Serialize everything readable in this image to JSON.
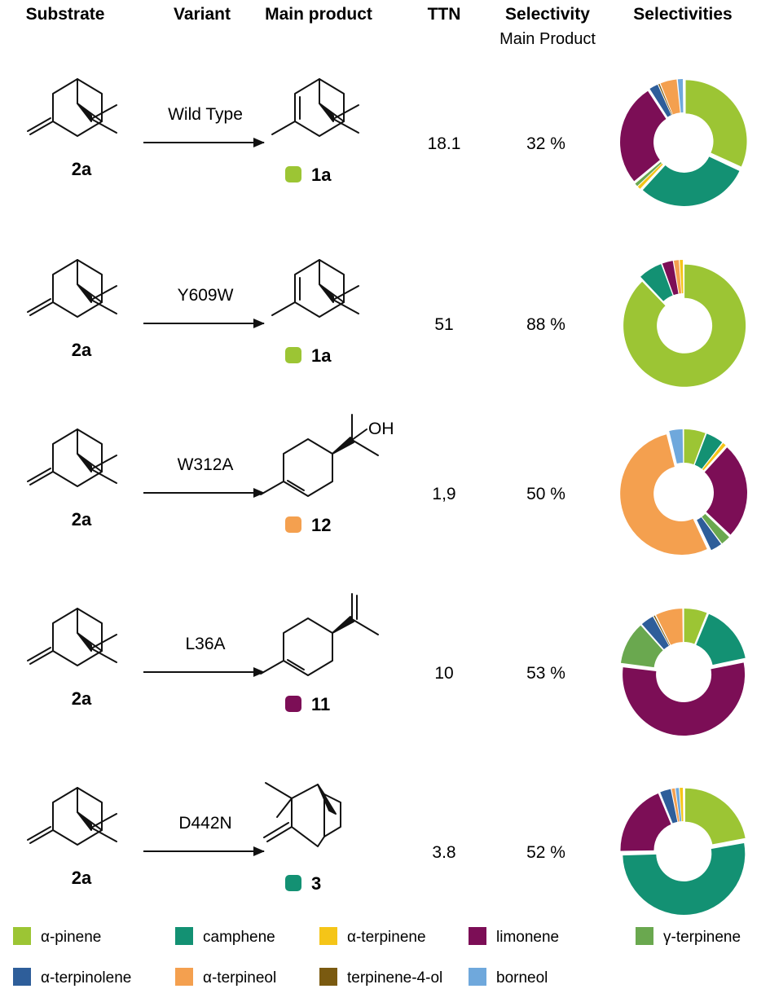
{
  "headers": {
    "substrate": "Substrate",
    "variant": "Variant",
    "main_product": "Main product",
    "ttn": "TTN",
    "selectivity": "Selectivity",
    "selectivity_sub": "Main Product",
    "selectivities": "Selectivities"
  },
  "colors": {
    "a-pinene": "#9cc534",
    "camphene": "#139173",
    "a-terpinene": "#f5c518",
    "limonene": "#7c0e56",
    "g-terpinene": "#6aa84f",
    "a-terpinolene": "#2e5e9a",
    "a-terpineol": "#f4a04f",
    "terpinene-4-ol": "#7a5a10",
    "borneol": "#6fa8dc"
  },
  "legend": [
    {
      "key": "a-pinene",
      "label": "α-pinene"
    },
    {
      "key": "camphene",
      "label": "camphene"
    },
    {
      "key": "a-terpinene",
      "label": "α-terpinene"
    },
    {
      "key": "limonene",
      "label": "limonene"
    },
    {
      "key": "g-terpinene",
      "label": "γ-terpinene"
    },
    {
      "key": "a-terpinolene",
      "label": "α-terpinolene"
    },
    {
      "key": "a-terpineol",
      "label": "α-terpineol"
    },
    {
      "key": "terpinene-4-ol",
      "label": "terpinene-4-ol"
    },
    {
      "key": "borneol",
      "label": "borneol"
    }
  ],
  "rows": [
    {
      "substrate_label": "2a",
      "variant": "Wild Type",
      "product_label": "1a",
      "product_key": "a-pinene",
      "product_type": "pinene",
      "ttn": "18.1",
      "selectivity": "32 %"
    },
    {
      "substrate_label": "2a",
      "variant": "Y609W",
      "product_label": "1a",
      "product_key": "a-pinene",
      "product_type": "pinene",
      "ttn": "51",
      "selectivity": "88 %"
    },
    {
      "substrate_label": "2a",
      "variant": "W312A",
      "product_label": "12",
      "product_key": "a-terpineol",
      "product_type": "terpineol",
      "oh_label": "OH",
      "ttn": "1,9",
      "selectivity": "50 %"
    },
    {
      "substrate_label": "2a",
      "variant": "L36A",
      "product_label": "11",
      "product_key": "limonene",
      "product_type": "limonene",
      "ttn": "10",
      "selectivity": "53 %"
    },
    {
      "substrate_label": "2a",
      "variant": "D442N",
      "product_label": "3",
      "product_key": "camphene",
      "product_type": "camphene",
      "ttn": "3.8",
      "selectivity": "52 %"
    }
  ],
  "chart_data": [
    {
      "type": "pie",
      "variant": "Wild Type",
      "slices": [
        {
          "key": "a-pinene",
          "value": 32
        },
        {
          "key": "camphene",
          "value": 30
        },
        {
          "key": "a-terpinene",
          "value": 1
        },
        {
          "key": "g-terpinene",
          "value": 1
        },
        {
          "key": "limonene",
          "value": 27
        },
        {
          "key": "a-terpinolene",
          "value": 2.5
        },
        {
          "key": "terpinene-4-ol",
          "value": 0.5
        },
        {
          "key": "a-terpineol",
          "value": 4.5
        },
        {
          "key": "borneol",
          "value": 1.5
        }
      ]
    },
    {
      "type": "pie",
      "variant": "Y609W",
      "slices": [
        {
          "key": "a-pinene",
          "value": 88
        },
        {
          "key": "camphene",
          "value": 6.5
        },
        {
          "key": "limonene",
          "value": 3
        },
        {
          "key": "a-terpineol",
          "value": 1.5
        },
        {
          "key": "a-terpinene",
          "value": 1
        }
      ]
    },
    {
      "type": "pie",
      "variant": "W312A",
      "slices": [
        {
          "key": "a-pinene",
          "value": 5.5
        },
        {
          "key": "camphene",
          "value": 4.5
        },
        {
          "key": "a-terpinene",
          "value": 1
        },
        {
          "key": "limonene",
          "value": 24
        },
        {
          "key": "g-terpinene",
          "value": 2.5
        },
        {
          "key": "a-terpinolene",
          "value": 3
        },
        {
          "key": "a-terpineol",
          "value": 50
        },
        {
          "key": "borneol",
          "value": 3.5
        }
      ]
    },
    {
      "type": "pie",
      "variant": "L36A",
      "slices": [
        {
          "key": "a-pinene",
          "value": 6
        },
        {
          "key": "camphene",
          "value": 15
        },
        {
          "key": "limonene",
          "value": 53
        },
        {
          "key": "g-terpinene",
          "value": 11
        },
        {
          "key": "a-terpinolene",
          "value": 3.5
        },
        {
          "key": "terpinene-4-ol",
          "value": 0.5
        },
        {
          "key": "a-terpineol",
          "value": 7
        }
      ]
    },
    {
      "type": "pie",
      "variant": "D442N",
      "slices": [
        {
          "key": "a-pinene",
          "value": 22
        },
        {
          "key": "camphene",
          "value": 52
        },
        {
          "key": "limonene",
          "value": 19
        },
        {
          "key": "a-terpinolene",
          "value": 3
        },
        {
          "key": "a-terpineol",
          "value": 1
        },
        {
          "key": "borneol",
          "value": 1
        },
        {
          "key": "a-terpinene",
          "value": 1
        }
      ]
    }
  ]
}
